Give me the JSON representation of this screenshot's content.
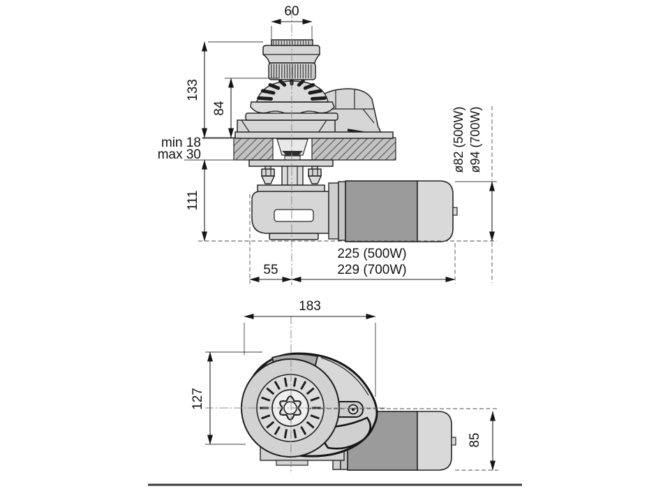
{
  "drawing": {
    "kind": "windlass-dimension-drawing",
    "colors": {
      "line": "#232323",
      "body_fill": "#d6d6d6",
      "motor_dark": "#9b9b9b",
      "motor_light": "#d9d9d9",
      "deck_fill": "#c2c2c2",
      "hatch_line": "#4f4f4f",
      "dim_text": "#121212"
    },
    "side_view": {
      "dims": {
        "drum_top_width": "60",
        "height_above_deck": "133",
        "gypsy_height": "84",
        "deck_thickness_min": "min 18",
        "deck_thickness_max": "max 30",
        "height_below_deck": "111",
        "axis_offset": "55",
        "overall_length_500w": "225 (500W)",
        "overall_length_700w": "229 (700W)",
        "motor_diameter_500w": "ø82 (500W)",
        "motor_diameter_700w": "ø94 (700W)"
      }
    },
    "top_view": {
      "dims": {
        "overall_width": "183",
        "overall_depth": "127",
        "motor_height": "85"
      }
    }
  }
}
